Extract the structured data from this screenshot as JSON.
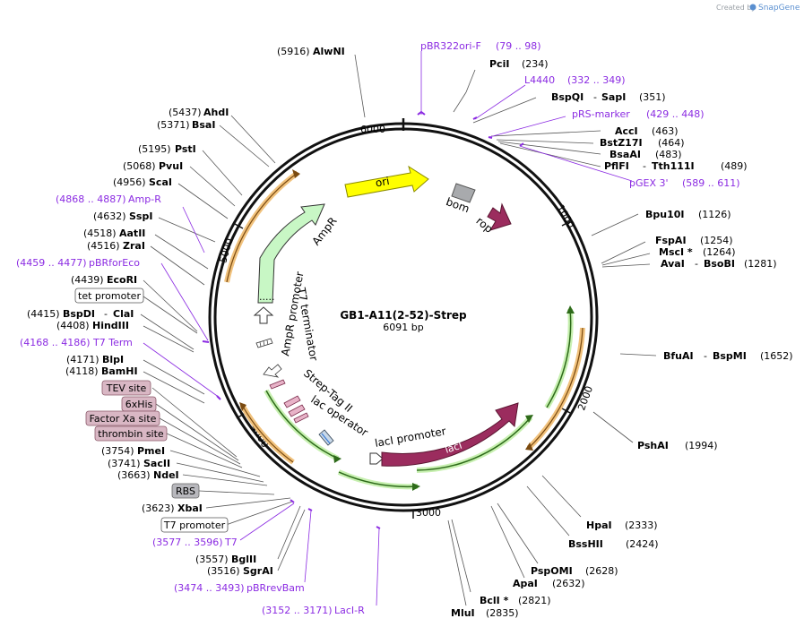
{
  "brand": {
    "created_by": "Created by",
    "name": "SnapGene"
  },
  "plasmid": {
    "name": "GB1-A11(2-52)-Strep",
    "size": "6091 bp"
  },
  "ticks": [
    "1000",
    "2000",
    "3000",
    "4000",
    "5000",
    "6000"
  ],
  "features": {
    "ori": "ori",
    "bom": "bom",
    "rop": "rop",
    "ampr": "AmpR",
    "ampr_promoter": "AmpR promoter",
    "t7_terminator": "T7 terminator",
    "strep_tag": "Strep-Tag II",
    "lac_operator": "lac operator",
    "laci_promoter": "lacI promoter",
    "laci": "lacI"
  },
  "labels": {
    "alwni": {
      "pos": "(5916)",
      "name": "AlwNI"
    },
    "ahdi": {
      "pos": "(5437)",
      "name": "AhdI"
    },
    "bsai": {
      "pos": "(5371)",
      "name": "BsaI"
    },
    "psti": {
      "pos": "(5195)",
      "name": "PstI"
    },
    "pvui": {
      "pos": "(5068)",
      "name": "PvuI"
    },
    "scai": {
      "pos": "(4956)",
      "name": "ScaI"
    },
    "ampr_primer": {
      "pos": "(4868 .. 4887)",
      "name": "Amp-R"
    },
    "sspi": {
      "pos": "(4632)",
      "name": "SspI"
    },
    "aatii": {
      "pos": "(4518)",
      "name": "AatII"
    },
    "zrai": {
      "pos": "(4516)",
      "name": "ZraI"
    },
    "pbrforeco": {
      "pos": "(4459 .. 4477)",
      "name": "pBRforEco"
    },
    "ecori": {
      "pos": "(4439)",
      "name": "EcoRI"
    },
    "tet_promoter": {
      "name": "tet promoter"
    },
    "bspdi": {
      "pos": "(4415)",
      "name": "BspDI",
      "sep": "-",
      "name2": "ClaI"
    },
    "hindiii": {
      "pos": "(4408)",
      "name": "HindIII"
    },
    "t7term": {
      "pos": "(4168 .. 4186)",
      "name": "T7 Term"
    },
    "blpi": {
      "pos": "(4171)",
      "name": "BlpI"
    },
    "bamhi": {
      "pos": "(4118)",
      "name": "BamHI"
    },
    "tev_site": {
      "name": "TEV site"
    },
    "his6": {
      "name": "6xHis"
    },
    "factor_xa": {
      "name": "Factor Xa site"
    },
    "thrombin": {
      "name": "thrombin site"
    },
    "pmei": {
      "pos": "(3754)",
      "name": "PmeI"
    },
    "sacii": {
      "pos": "(3741)",
      "name": "SacII"
    },
    "ndei": {
      "pos": "(3663)",
      "name": "NdeI"
    },
    "rbs": {
      "name": "RBS"
    },
    "xbai": {
      "pos": "(3623)",
      "name": "XbaI"
    },
    "t7_promoter": {
      "name": "T7 promoter"
    },
    "t7": {
      "pos": "(3577 .. 3596)",
      "name": "T7"
    },
    "bglii": {
      "pos": "(3557)",
      "name": "BglII"
    },
    "sgrai": {
      "pos": "(3516)",
      "name": "SgrAI"
    },
    "pbrrevbam": {
      "pos": "(3474 .. 3493)",
      "name": "pBRrevBam"
    },
    "laci_r": {
      "pos": "(3152 .. 3171)",
      "name": "LacI-R"
    },
    "pbr322ori": {
      "name": "pBR322ori-F",
      "pos": "(79 .. 98)"
    },
    "pcii": {
      "name": "PciI",
      "pos": "(234)"
    },
    "l4440": {
      "name": "L4440",
      "pos": "(332 .. 349)"
    },
    "bspqi": {
      "name": "BspQI",
      "sep": "-",
      "name2": "SapI",
      "pos": "(351)"
    },
    "rps_marker": {
      "name": "pRS-marker",
      "pos": "(429 .. 448)"
    },
    "acci": {
      "name": "AccI",
      "pos": "(463)"
    },
    "bstz17i": {
      "name": "BstZ17I",
      "pos": "(464)"
    },
    "bsaai": {
      "name": "BsaAI",
      "pos": "(483)"
    },
    "pflfi": {
      "name": "PflFI",
      "sep": "-",
      "name2": "Tth111I",
      "pos": "(489)"
    },
    "pgex3": {
      "name": "pGEX 3'",
      "pos": "(589 .. 611)"
    },
    "bpu10i": {
      "name": "Bpu10I",
      "pos": "(1126)"
    },
    "fspai": {
      "name": "FspAI",
      "pos": "(1254)"
    },
    "msci": {
      "name": "MscI *",
      "pos": "(1264)"
    },
    "avai": {
      "name": "AvaI",
      "sep": "-",
      "name2": "BsoBI",
      "pos": "(1281)"
    },
    "bfuai": {
      "name": "BfuAI",
      "sep": "-",
      "name2": "BspMI",
      "pos": "(1652)"
    },
    "pshai": {
      "name": "PshAI",
      "pos": "(1994)"
    },
    "hpai": {
      "name": "HpaI",
      "pos": "(2333)"
    },
    "bsshii": {
      "name": "BssHII",
      "pos": "(2424)"
    },
    "pspomi": {
      "name": "PspOMI",
      "pos": "(2628)"
    },
    "apai": {
      "name": "ApaI",
      "pos": "(2632)"
    },
    "bcli": {
      "name": "BclI *",
      "pos": "(2821)"
    },
    "mlui": {
      "name": "MluI",
      "pos": "(2835)"
    }
  }
}
